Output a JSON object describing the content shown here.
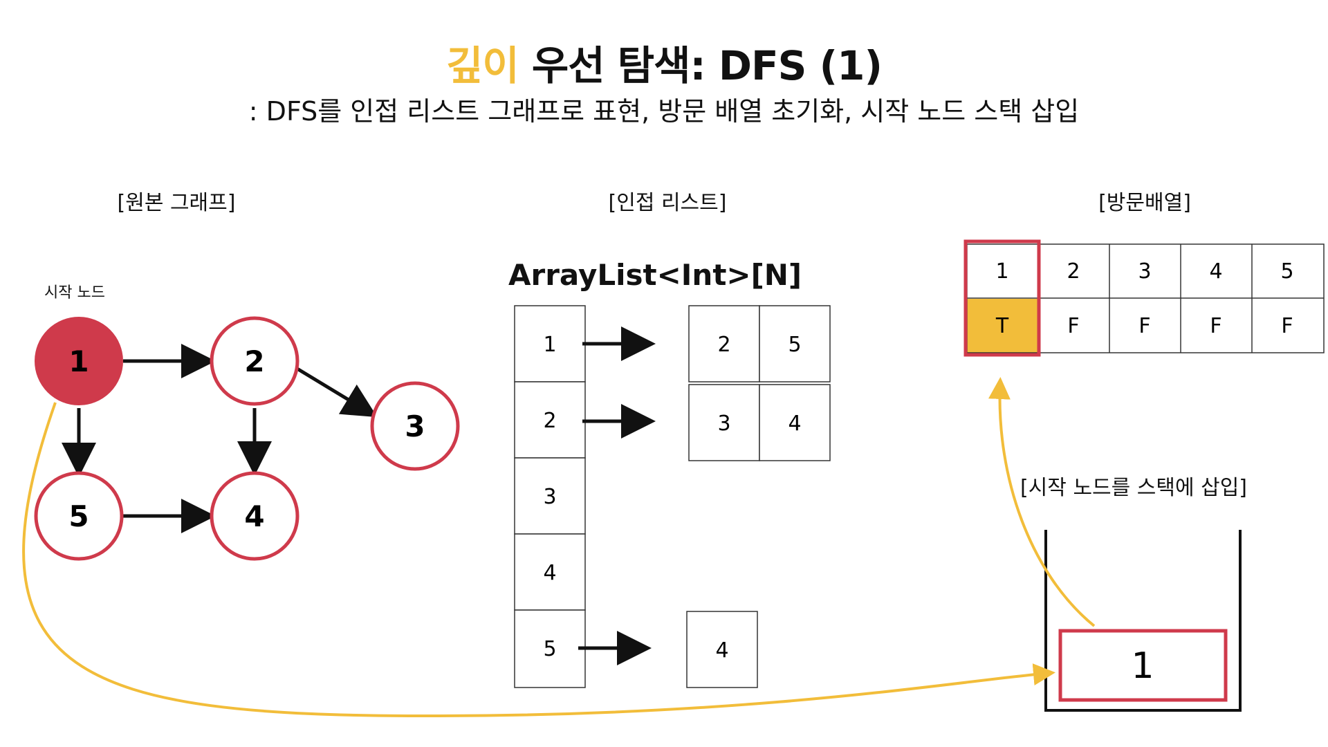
{
  "header": {
    "title_accent": "깊이",
    "title_rest": " 우선 탐색: DFS (1)",
    "subtitle": ": DFS를 인접 리스트 그래프로 표현, 방문 배열 초기화, 시작 노드 스택 삽입"
  },
  "sections": {
    "graph_label": "[원본 그래프]",
    "adjacency_label": "[인접 리스트]",
    "visited_label": "[방문배열]"
  },
  "graph": {
    "start_label": "시작 노드",
    "nodes": [
      "1",
      "2",
      "3",
      "4",
      "5"
    ]
  },
  "adjacency": {
    "title": "ArrayList<Int>[N]",
    "rows": [
      {
        "index": "1",
        "neighbors": [
          "2",
          "5"
        ]
      },
      {
        "index": "2",
        "neighbors": [
          "3",
          "4"
        ]
      },
      {
        "index": "3",
        "neighbors": []
      },
      {
        "index": "4",
        "neighbors": []
      },
      {
        "index": "5",
        "neighbors": [
          "4"
        ]
      }
    ]
  },
  "visited": {
    "indices": [
      "1",
      "2",
      "3",
      "4",
      "5"
    ],
    "values": [
      "T",
      "F",
      "F",
      "F",
      "F"
    ]
  },
  "stack": {
    "label": "[시작 노드를 스택에 삽입]",
    "items": [
      "1"
    ]
  },
  "colors": {
    "accent_yellow": "#f2bd3a",
    "node_red": "#cf3a4b",
    "visited_fill": "#f2bd3a"
  }
}
